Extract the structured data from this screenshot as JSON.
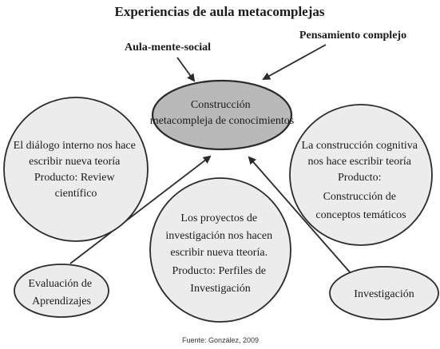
{
  "title": "Experiencias de aula metacomplejas",
  "top_labels": {
    "left": "Aula-mente-social",
    "right": "Pensamiento complejo"
  },
  "nodes": {
    "center": [
      "Construcción",
      "metacompleja de conocimientos"
    ],
    "left": [
      "El diálogo interno nos hace",
      "escribir nueva teoría",
      "Producto: Review",
      "científico"
    ],
    "right": [
      "La construcción cognitiva",
      "nos hace escribir teoría",
      "Producto:",
      "Construcción de",
      "conceptos temáticos"
    ],
    "bottom_center": [
      "Los proyectos de",
      "investigación nos hacen",
      "escribir nueva tteoría.",
      "Producto: Perfiles de",
      "Investigación"
    ],
    "bottom_left": [
      "Evaluación de",
      "Aprendizajes"
    ],
    "bottom_right": [
      "Investigación"
    ]
  },
  "source": "Fuente: González, 2009",
  "colors": {
    "center_fill": "#b9b9b9",
    "node_fill": "#ececec",
    "stroke": "#2a2a2a"
  }
}
